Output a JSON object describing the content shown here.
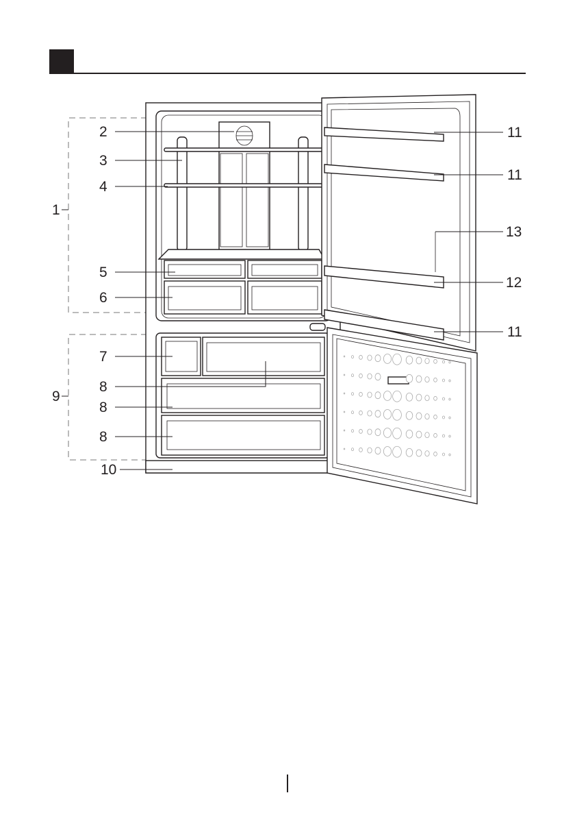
{
  "callouts": {
    "c1": "1",
    "c2": "2",
    "c3": "3",
    "c4": "4",
    "c5": "5",
    "c6": "6",
    "c7": "7",
    "c8a": "8",
    "c8b": "8",
    "c8c": "8",
    "c9": "9",
    "c10": "10",
    "c11a": "11",
    "c11b": "11",
    "c13": "13",
    "c12": "12",
    "c11c": "11"
  },
  "colors": {
    "ink": "#231f20",
    "dash": "#777777"
  }
}
